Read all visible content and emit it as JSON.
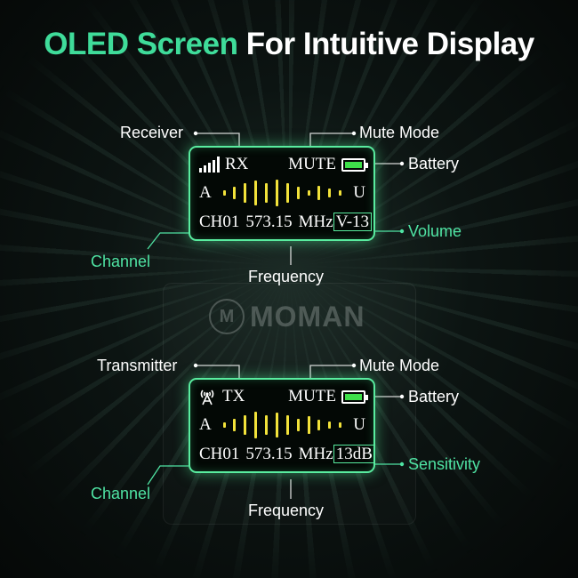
{
  "headline": {
    "part1": "OLED Screen",
    "part2": "For Intuitive Display"
  },
  "watermark": {
    "text": "MOMAN"
  },
  "colors": {
    "accent": "#4fe3a3",
    "screen_border": "#59ec9f",
    "meter": "#f2e23a",
    "battery": "#3ee04a"
  },
  "receiver": {
    "labels": {
      "device": "Receiver",
      "mute_mode": "Mute Mode",
      "battery": "Battery",
      "channel": "Channel",
      "frequency": "Frequency",
      "volume": "Volume"
    },
    "screen": {
      "signal_icon": "signal-bars-icon",
      "device_code": "RX",
      "mode": "MUTE",
      "left_char": "A",
      "right_char": "U",
      "channel": "CH01",
      "frequency": "573.15",
      "unit": "MHz",
      "boxed_value": "V-13",
      "battery_level": 1.0
    }
  },
  "transmitter": {
    "labels": {
      "device": "Transmitter",
      "mute_mode": "Mute Mode",
      "battery": "Battery",
      "channel": "Channel",
      "frequency": "Frequency",
      "sensitivity": "Sensitivity"
    },
    "screen": {
      "signal_icon": "antenna-tower-icon",
      "device_code": "TX",
      "mode": "MUTE",
      "left_char": "A",
      "right_char": "U",
      "channel": "CH01",
      "frequency": "573.15",
      "unit": "MHz",
      "boxed_value": "13dB",
      "battery_level": 1.0
    }
  }
}
